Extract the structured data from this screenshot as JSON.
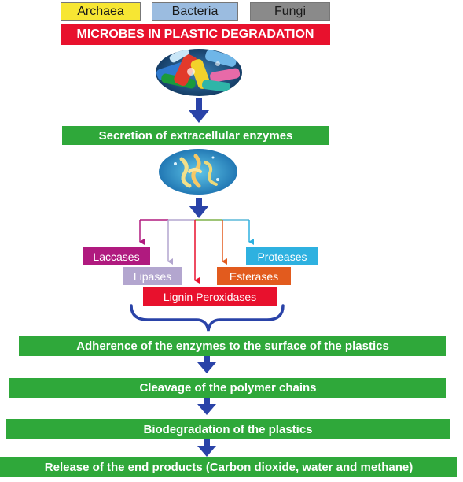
{
  "kingdoms": [
    {
      "label": "Archaea",
      "color": "#f7e633"
    },
    {
      "label": "Bacteria",
      "color": "#9bbce0"
    },
    {
      "label": "Fungi",
      "color": "#8a8a8a"
    }
  ],
  "title": "MICROBES IN PLASTIC DEGRADATION",
  "steps": {
    "secretion": "Secretion of extracellular enzymes",
    "adherence": "Adherence of the enzymes to the surface of the plastics",
    "cleavage": "Cleavage of the polymer chains",
    "biodegradation": "Biodegradation of the plastics",
    "release": "Release of the end products (Carbon dioxide, water and methane)"
  },
  "enzymes": {
    "laccases": {
      "label": "Laccases",
      "color": "#b01a7f"
    },
    "lipases": {
      "label": "Lipases",
      "color": "#b3a6cf"
    },
    "lignin": {
      "label": "Lignin Peroxidases",
      "color": "#e8112d"
    },
    "esterases": {
      "label": "Esterases",
      "color": "#e25b1e"
    },
    "proteases": {
      "label": "Proteases",
      "color": "#2eb1e0"
    }
  },
  "colors": {
    "green": "#2fa83a",
    "arrow_blue": "#2a43a8",
    "title_red": "#e8112d"
  }
}
